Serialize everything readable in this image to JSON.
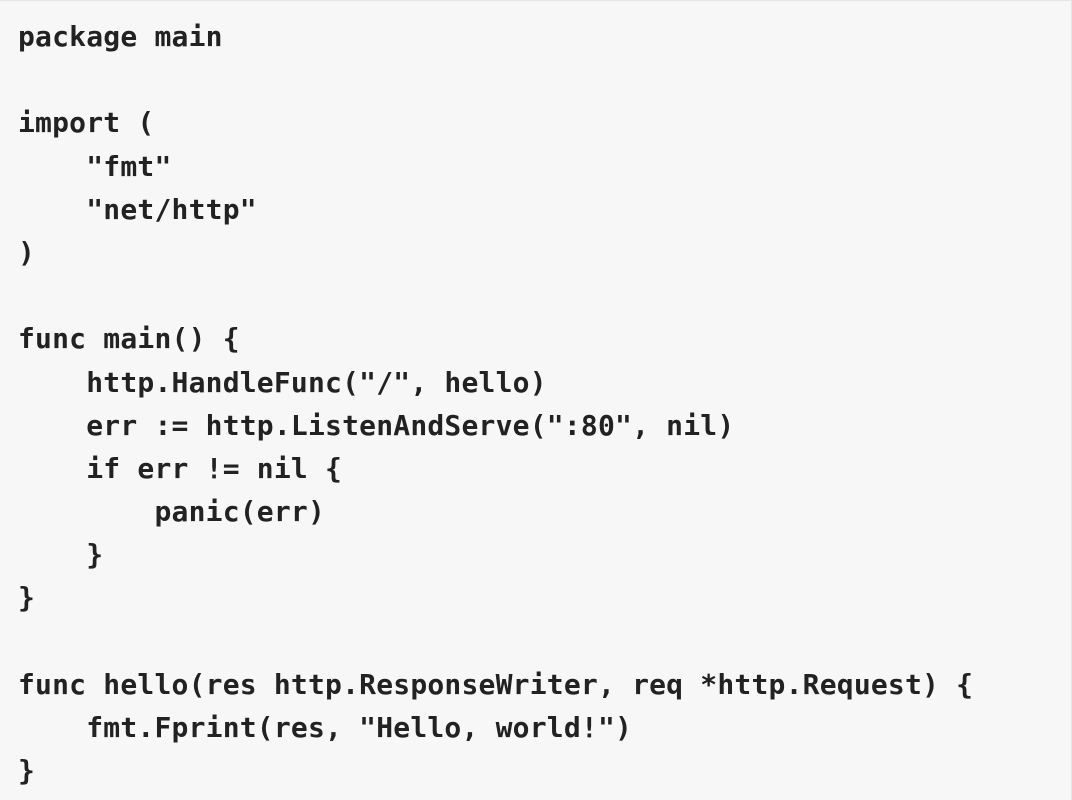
{
  "code": {
    "lines": [
      "package main",
      "",
      "import (",
      "    \"fmt\"",
      "    \"net/http\"",
      ")",
      "",
      "func main() {",
      "    http.HandleFunc(\"/\", hello)",
      "    err := http.ListenAndServe(\":80\", nil)",
      "    if err != nil {",
      "        panic(err)",
      "    }",
      "}",
      "",
      "func hello(res http.ResponseWriter, req *http.Request) {",
      "    fmt.Fprint(res, \"Hello, world!\")",
      "}"
    ]
  }
}
